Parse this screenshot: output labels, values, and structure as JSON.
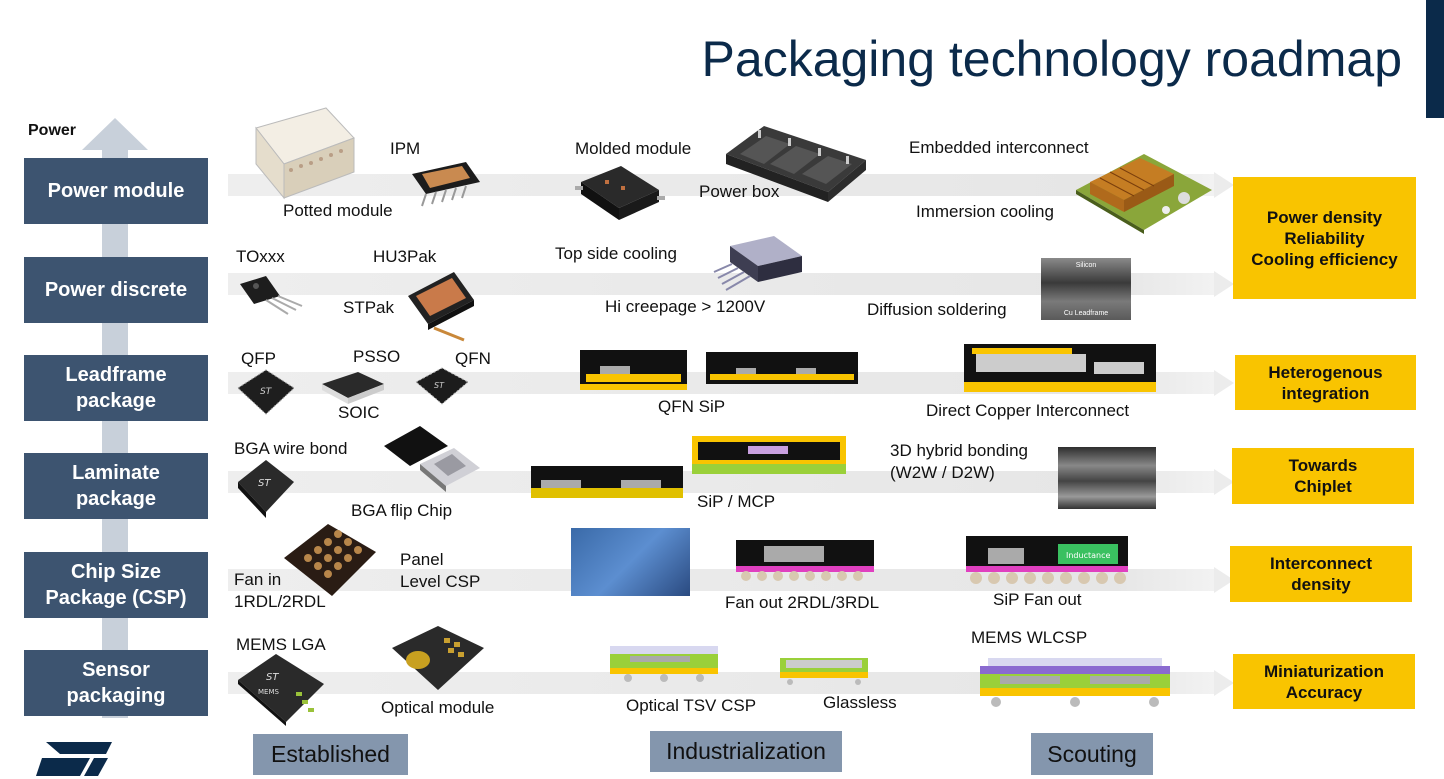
{
  "title": "Packaging technology roadmap",
  "axis_label": "Power",
  "categories": [
    "Power module",
    "Power discrete",
    "Leadframe package",
    "Laminate package",
    "Chip Size Package (CSP)",
    "Sensor packaging"
  ],
  "technologies": {
    "power_module": [
      "IPM",
      "Potted module",
      "Molded module",
      "Power box",
      "Embedded interconnect",
      "Immersion cooling"
    ],
    "power_discrete": [
      "TOxxx",
      "HU3Pak",
      "STPak",
      "Top side cooling",
      "Hi creepage > 1200V",
      "Diffusion soldering"
    ],
    "leadframe": [
      "QFP",
      "PSSO",
      "QFN",
      "SOIC",
      "QFN SiP",
      "Direct Copper Interconnect"
    ],
    "laminate": [
      "BGA wire bond",
      "BGA flip Chip",
      "SiP / MCP",
      "3D hybrid bonding",
      "(W2W / D2W)"
    ],
    "csp": [
      "Fan in",
      "1RDL/2RDL",
      "Panel",
      "Level CSP",
      "Fan out 2RDL/3RDL",
      "SiP Fan out"
    ],
    "sensor": [
      "MEMS LGA",
      "Optical module",
      "Optical TSV CSP",
      "Glassless",
      "MEMS WLCSP"
    ]
  },
  "drivers": [
    [
      "Power density",
      "Reliability",
      "Cooling efficiency"
    ],
    [
      "Heterogenous",
      "integration"
    ],
    [
      "Towards",
      "Chiplet"
    ],
    [
      "Interconnect",
      "density"
    ],
    [
      "Miniaturization",
      "Accuracy"
    ]
  ],
  "stages": [
    "Established",
    "Industrialization",
    "Scouting"
  ],
  "image_text": {
    "silicon": "Silicon",
    "cu_leadframe": "Cu Leadframe",
    "inductance": "Inductance",
    "mems": "MEMS"
  },
  "logo_text": "ST",
  "colors": {
    "navy": "#0b2a4a",
    "category_box": "#3d5470",
    "driver_box": "#f9c400",
    "stage_box": "#8496ad",
    "band": "#eeeeee"
  }
}
